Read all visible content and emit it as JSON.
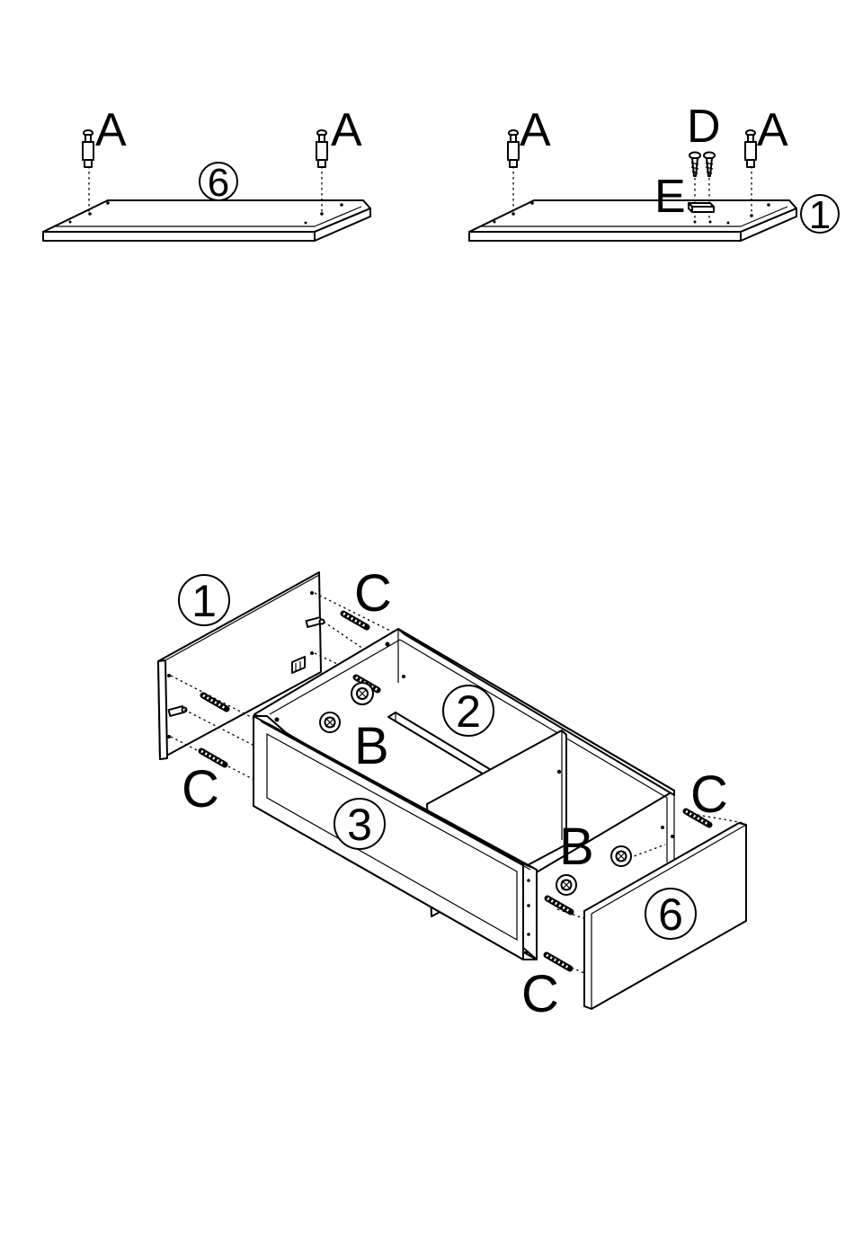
{
  "top_left": {
    "hardware_labels": [
      "A",
      "A"
    ],
    "panel_number": "6"
  },
  "top_right": {
    "hardware_labels": [
      "A",
      "D",
      "A",
      "E"
    ],
    "panel_number": "1"
  },
  "bottom": {
    "panel_numbers": [
      "1",
      "2",
      "3",
      "6"
    ],
    "hardware_labels": [
      "C",
      "B",
      "C",
      "C",
      "B",
      "C"
    ]
  }
}
